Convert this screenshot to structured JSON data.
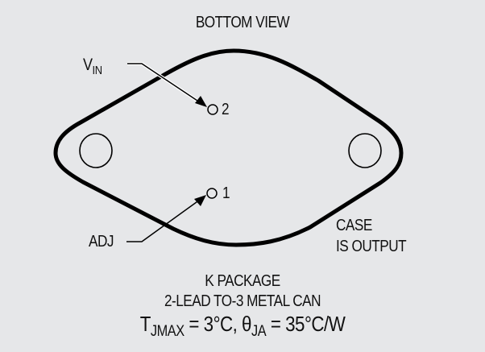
{
  "diagram": {
    "view_title": "BOTTOM VIEW",
    "pins": [
      {
        "number": "2",
        "signal_main": "V",
        "signal_sub": "IN"
      },
      {
        "number": "1",
        "signal": "ADJ"
      }
    ],
    "case_note_line1": "CASE",
    "case_note_line2": "IS OUTPUT",
    "package": {
      "name": "K PACKAGE",
      "description": "2-LEAD TO-3 METAL CAN",
      "thermal": {
        "tj_symbol": "T",
        "tj_sub": "JMAX",
        "tj_value": " = 3°C, ",
        "theta_symbol": "θ",
        "theta_sub": "JA",
        "theta_value": " = 35°C/W"
      }
    },
    "colors": {
      "background": "#e6e7e9",
      "ink": "#000000",
      "halo": "#ffffff"
    }
  }
}
